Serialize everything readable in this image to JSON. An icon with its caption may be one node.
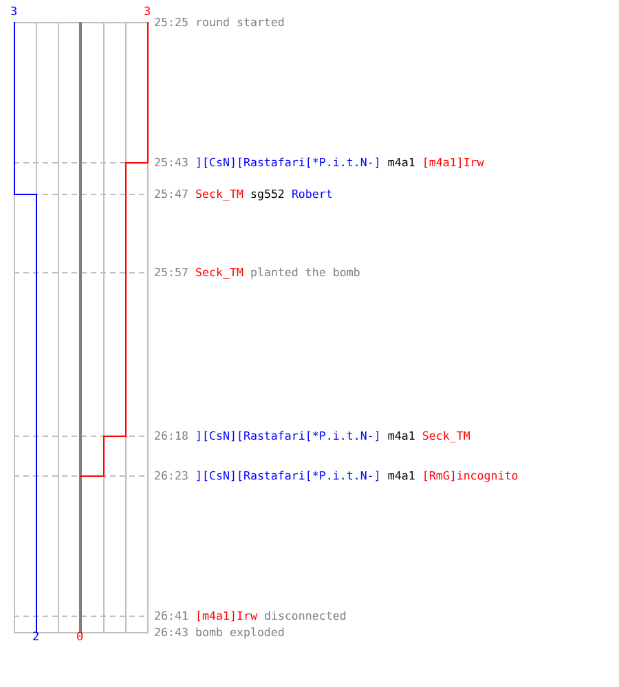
{
  "diagram": {
    "labels": [
      "3",
      "3",
      "25:25",
      "round started",
      "25:43",
      "][CsN][Rastafari[*P.i.t.N-]",
      "m4a1",
      "[m4a1]Irw",
      "25:47",
      "Seck_TM",
      "sg552",
      "Robert",
      "25:57",
      "Seck_TM",
      "planted the bomb",
      "26:18",
      "][CsN][Rastafari[*P.i.t.N-]",
      "m4a1",
      "Seck_TM",
      "26:23",
      "][CsN][Rastafari[*P.i.t.N-]",
      "m4a1",
      "[RmG]incognito",
      "26:41",
      "[m4a1]Irw",
      "disconnected",
      "2",
      "0",
      "26:43",
      "bomb exploded"
    ]
  }
}
